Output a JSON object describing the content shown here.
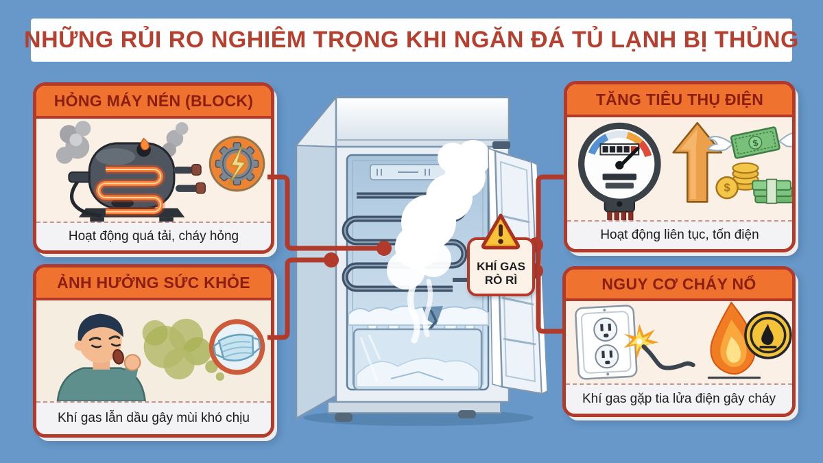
{
  "title": "NHỮNG RỦI RO NGHIÊM TRỌNG KHI NGĂN ĐÁ TỦ LẠNH BỊ THỦNG",
  "cards": {
    "compressor": {
      "header": "HỎNG MÁY NÉN (BLOCK)",
      "caption": "Hoạt động quá tải, cháy hỏng",
      "icon": "gear-lightning-icon"
    },
    "health": {
      "header": "ẢNH HƯỞNG SỨC KHỎE",
      "caption": "Khí gas lẫn dầu gây mùi khó chịu",
      "icon": "face-mask-icon"
    },
    "electric": {
      "header": "TĂNG TIÊU THỤ ĐIỆN",
      "caption": "Hoạt động liên tục, tốn điện",
      "icon": "up-arrow-icon"
    },
    "fire": {
      "header": "NGUY CƠ CHÁY NỔ",
      "caption": "Khí gas gặp tia lửa điện gây cháy",
      "icon": "flammable-icon"
    }
  },
  "center_label": {
    "line1": "KHÍ GAS",
    "line2": "RÒ RÌ",
    "icon": "warning-triangle-icon"
  },
  "colors": {
    "bg": "#6798c9",
    "banner_bg": "#ffffff",
    "title_text": "#b5402f",
    "card_border": "#b23a2b",
    "header_bg": "#f0722f",
    "header_text": "#8a1e10",
    "card_body_bg": "#fbf0e6",
    "caption_bg": "#f3f3f5",
    "caption_text": "#1c1c1e",
    "connector": "#b23a2b",
    "warning_fill": "#f5b82e"
  }
}
